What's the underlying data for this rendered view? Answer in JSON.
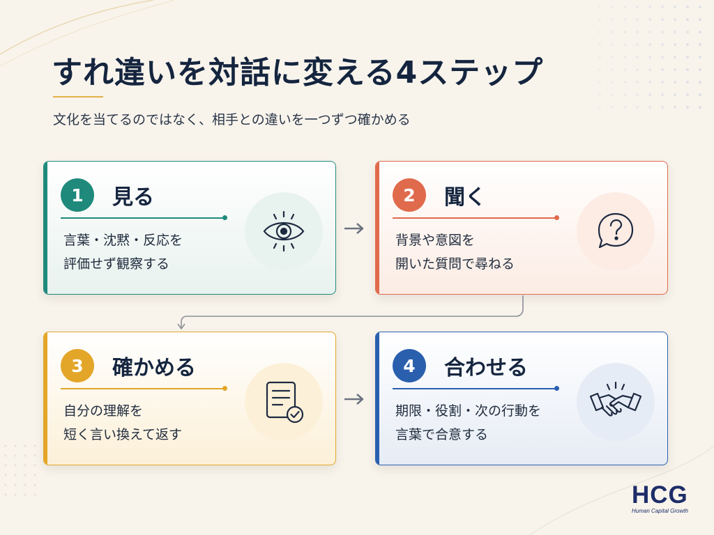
{
  "title": "すれ違いを対話に変える4ステップ",
  "subtitle": "文化を当てるのではなく、相手との違いを一つずつ確かめる",
  "steps": [
    {
      "number": "1",
      "heading": "見る",
      "desc_lines": [
        "言葉・沈黙・反応を",
        "評価せず観察する"
      ],
      "icon": "eye-icon",
      "color": "#1f8a7c",
      "tint": "#e8f2ee"
    },
    {
      "number": "2",
      "heading": "聞く",
      "desc_lines": [
        "背景や意図を",
        "開いた質問で尋ねる"
      ],
      "icon": "question-bubble-icon",
      "color": "#e06a4c",
      "tint": "#fcece4"
    },
    {
      "number": "3",
      "heading": "確かめる",
      "desc_lines": [
        "自分の理解を",
        "短く言い換えて返す"
      ],
      "icon": "checklist-icon",
      "color": "#e3a629",
      "tint": "#fcf0d8"
    },
    {
      "number": "4",
      "heading": "合わせる",
      "desc_lines": [
        "期限・役割・次の行動を",
        "言葉で合意する"
      ],
      "icon": "handshake-icon",
      "color": "#2a5fae",
      "tint": "#e6ecf5"
    }
  ],
  "logo": {
    "text": "HCG",
    "subtext": "Human Capital Growth"
  }
}
